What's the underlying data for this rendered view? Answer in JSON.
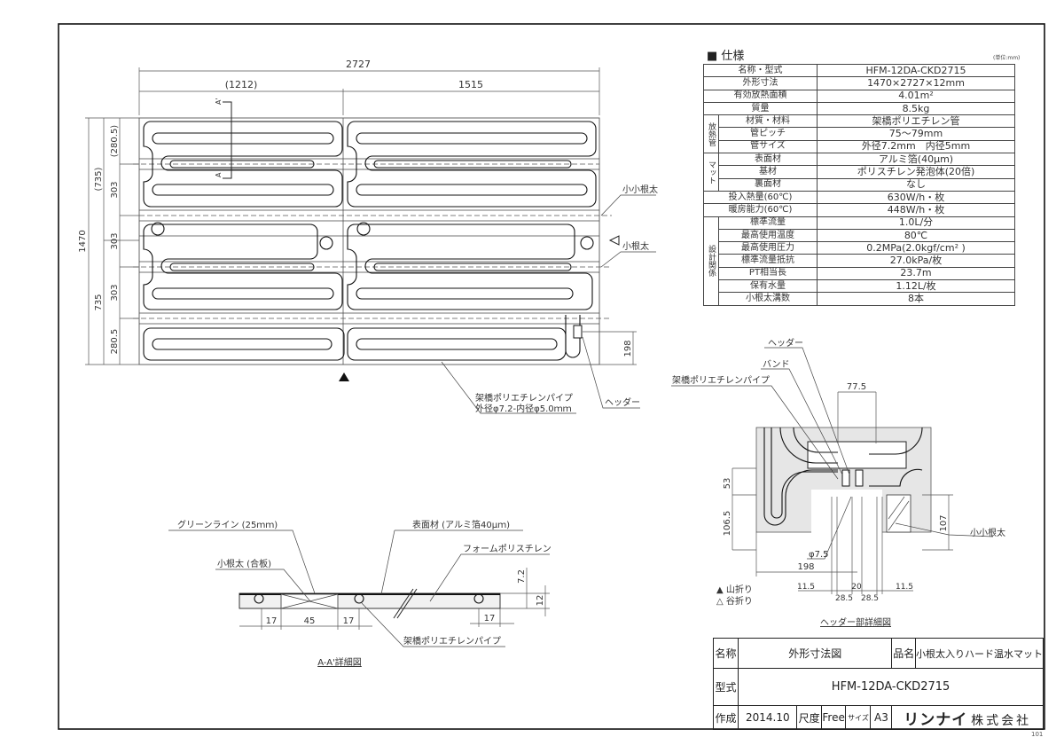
{
  "spec": {
    "title": "■ 仕様",
    "unit_note": "(単位:mm)",
    "rows": [
      {
        "label": "名称・型式",
        "value": "HFM-12DA-CKD2715"
      },
      {
        "label": "外形寸法",
        "value": "1470×2727×12mm"
      },
      {
        "label": "有効放熱面積",
        "value": "4.01m²"
      },
      {
        "label": "質量",
        "value": "8.5kg"
      },
      {
        "group": "放熱管",
        "label": "材質・材料",
        "value": "架橋ポリエチレン管"
      },
      {
        "label": "管ピッチ",
        "value": "75〜79mm"
      },
      {
        "label": "管サイズ",
        "value": "外径7.2mm　内径5mm"
      },
      {
        "group": "マット",
        "label": "表面材",
        "value": "アルミ箔(40μm)"
      },
      {
        "label": "基材",
        "value": "ポリスチレン発泡体(20倍)"
      },
      {
        "label": "裏面材",
        "value": "なし"
      },
      {
        "label": "投入熱量(60℃)",
        "value": "630W/h・枚"
      },
      {
        "label": "暖房能力(60℃)",
        "value": "448W/h・枚"
      },
      {
        "group": "設計関係",
        "label": "標準流量",
        "value": "1.0L/分"
      },
      {
        "label": "最高使用温度",
        "value": "80℃"
      },
      {
        "label": "最高使用圧力",
        "value": "0.2MPa(2.0kgf/cm² )"
      },
      {
        "label": "標準流量抵抗",
        "value": "27.0kPa/枚"
      },
      {
        "label": "PT相当長",
        "value": "23.7m"
      },
      {
        "label": "保有水量",
        "value": "1.12L/枚"
      },
      {
        "label": "小根太溝数",
        "value": "8本"
      }
    ]
  },
  "plan": {
    "dim_total_width": "2727",
    "dim_left_part": "(1212)",
    "dim_right_part": "1515",
    "dim_total_height": "1470",
    "dim_upper_half": "(735)",
    "dim_lower_half": "735",
    "dim_top_edge": "(280.5)",
    "dim_bottom_edge": "280.5",
    "dim_pitch_1": "303",
    "dim_pitch_2": "303",
    "dim_pitch_3": "303",
    "dim_header": "198",
    "section_mark_top": "A'",
    "section_mark_bottom": "A",
    "label_small_small_joist": "小小根太",
    "label_small_joist": "小根太",
    "label_pipe_1": "架橋ポリエチレンパイプ",
    "label_pipe_2": "外径φ7.2-内径φ5.0ｍｍ",
    "label_header": "ヘッダー"
  },
  "section": {
    "title": "A-A'詳細図",
    "label_green_line": "グリーンライン (25ｍｍ)",
    "label_surface": "表面材 (アルミ箔40μｍ)",
    "label_joist": "小根太 (合板)",
    "label_foam": "フォームポリスチレン",
    "label_pipe": "架橋ポリエチレンパイプ",
    "dim_a": "17",
    "dim_b": "45",
    "dim_c": "17",
    "dim_d": "17",
    "dim_pipe_depth": "7.2",
    "dim_thickness": "12"
  },
  "header_detail": {
    "title": "ヘッダー部詳細図",
    "label_header": "ヘッダー",
    "label_band": "バンド",
    "label_pipe": "架橋ポリエチレンパイプ",
    "label_joist": "小小根太",
    "dim_top": "77.5",
    "dim_53": "53",
    "dim_106": "106.5",
    "dim_107": "107",
    "dim_phi": "φ7.5",
    "dim_198": "198",
    "dim_115_left": "11.5",
    "dim_285_left": "28.5",
    "dim_20": "20",
    "dim_285_right": "28.5",
    "dim_115_right": "11.5"
  },
  "legend": {
    "mountain_fold": "▲ 山折り",
    "valley_fold": "△ 谷折り"
  },
  "title_block": {
    "name_label": "名称",
    "name_value": "外形寸法図",
    "product_label": "品名",
    "product_value": "小根太入りハード温水マット",
    "model_label": "型式",
    "model_value": "HFM-12DA-CKD2715",
    "created_label": "作成",
    "created_value": "2014.10",
    "scale_label": "尺度",
    "scale_value": "Free",
    "size_label": "サイズ",
    "size_value": "A3",
    "brand": "リンナイ",
    "corp": "株式会社"
  },
  "sheet_number": "101"
}
